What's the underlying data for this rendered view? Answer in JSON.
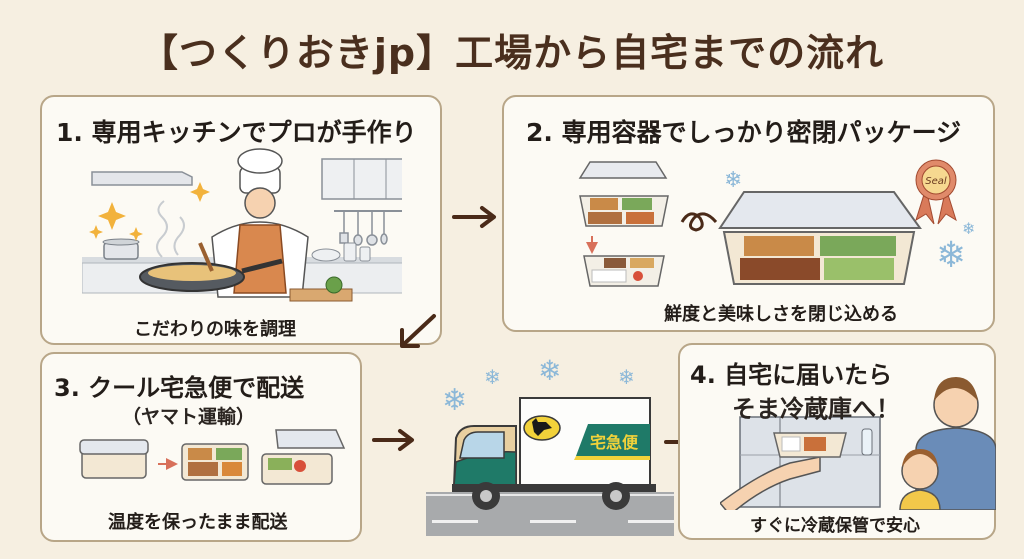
{
  "title": "【つくりおきjp】工場から自宅までの流れ",
  "colors": {
    "background": "#f6efe1",
    "panel": "#fcfaf4",
    "panel_border": "#b8a688",
    "title_text": "#4a2f1e",
    "arrow": "#4a2a18",
    "snowflake": "#8cb8d8",
    "truck_green": "#1f7a68",
    "truck_yellow": "#f2d23a"
  },
  "steps": [
    {
      "title": "1. 専用キッチンでプロが手作り",
      "caption": "こだわりの味を調理",
      "illustration": "chef-cooking-in-kitchen"
    },
    {
      "title": "2. 専用容器でしっかり密閉パッケージ",
      "caption": "鮮度と美味しさを閉じ込める",
      "illustration": "sealed-meal-containers",
      "seal_label": "Seal"
    },
    {
      "title": "3. クール宅急便で配送",
      "subtitle": "（ヤマト運輸）",
      "caption": "温度を保ったまま配送",
      "illustration": "meal-containers-sequence"
    },
    {
      "title_line1": "4. 自宅に届いたら",
      "title_line2": "そま冷蔵庫へ！",
      "caption": "すぐに冷蔵保管で安心",
      "illustration": "family-putting-meal-in-fridge"
    }
  ],
  "truck": {
    "label": "宅急便",
    "illustration": "refrigerated-delivery-truck"
  },
  "arrows": [
    "right",
    "down-left",
    "right",
    "right"
  ]
}
